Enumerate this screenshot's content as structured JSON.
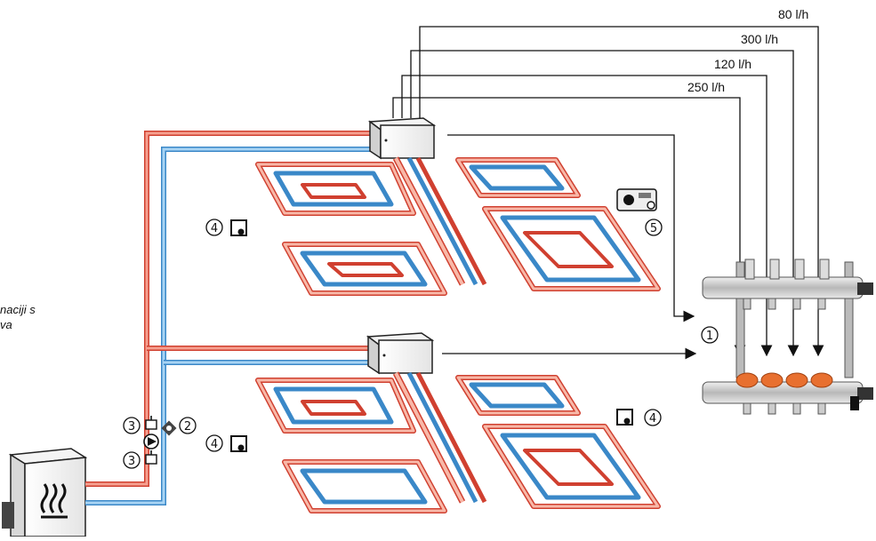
{
  "flow_rates": [
    "80 l/h",
    "300 l/h",
    "120 l/h",
    "250 l/h"
  ],
  "caption": {
    "line1": "naciji s",
    "line2": "va"
  },
  "markers": {
    "manifold": "1",
    "mixing_valve": "2",
    "shutoff_valve": "3",
    "room_thermostat": "4",
    "controller": "5"
  },
  "colors": {
    "supply": "#f08070",
    "return": "#78b8e8",
    "outline": "#d04030",
    "return_outline": "#3a88c8",
    "manifold_body": "#c8c8c8",
    "valve_cap": "#e87030"
  }
}
